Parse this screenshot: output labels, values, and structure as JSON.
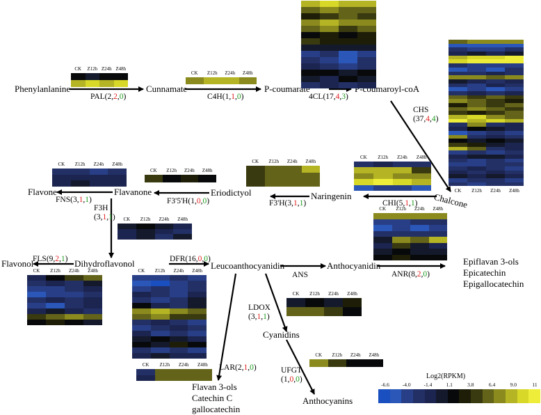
{
  "colors": {
    "scale": [
      "#1a4fc0",
      "#2a57b8",
      "#283f88",
      "#233066",
      "#1c2450",
      "#141a2c",
      "#08090b",
      "#1e1e08",
      "#3a3a10",
      "#63631a",
      "#8a8a1e",
      "#b4b424",
      "#d8d828",
      "#eeee3a"
    ]
  },
  "columns": [
    "CK",
    "Z12h",
    "Z24h",
    "Z48h"
  ],
  "compounds": {
    "phenylalanine": "Phenylanlanine",
    "cunnamate": "Cunnamate",
    "p_coumarate": "P-coumarate",
    "p_coumaroyl": "P-coumaroyl-coA",
    "chalcone": "Chalcone",
    "naringenin": "Naringenin",
    "eriodictyol": "Eriodictyol",
    "flavanone": "Flavanone",
    "flavone": "Flavone",
    "flavonol": "Flavonol",
    "dihydroflavonol": "Dihydroflavonol",
    "leucoanthocyanidin": "Leucoanthocyanidin",
    "anthocyanidin": "Anthocyanidin",
    "epiflavan": [
      "Epiflavan 3-ols",
      "Epicatechin",
      "Epigallocatechin"
    ],
    "cyanidins": "Cyanidins",
    "anthocyanins": "Anthocyanins",
    "flavan": [
      "Flavan 3-ols",
      "Catechin C",
      "gallocatechin"
    ]
  },
  "enzymes": {
    "pal": {
      "name": "PAL",
      "total": "2",
      "up": "2",
      "down": "0"
    },
    "c4h": {
      "name": "C4H",
      "total": "1",
      "up": "1",
      "down": "0"
    },
    "4cl": {
      "name": "4CL",
      "total": "17",
      "up": "4",
      "down": "3"
    },
    "chs": {
      "name": "CHS",
      "total": "37",
      "up": "4",
      "down": "4"
    },
    "chi": {
      "name": "CHI",
      "total": "5",
      "up": "1",
      "down": "1"
    },
    "f3h_b": {
      "name": "F3'H",
      "total": "3",
      "up": "1",
      "down": "1"
    },
    "f35h": {
      "name": "F3'5'H",
      "total": "1",
      "up": "0",
      "down": "0"
    },
    "fns": {
      "name": "FNS",
      "total": "3",
      "up": "1",
      "down": "1"
    },
    "f3h": {
      "name": "F3H",
      "total": "3",
      "up": "1",
      "down": "1"
    },
    "fls": {
      "name": "FLS",
      "total": "9",
      "up": "2",
      "down": "1"
    },
    "dfr": {
      "name": "DFR",
      "total": "16",
      "up": "0",
      "down": "0"
    },
    "anr": {
      "name": "ANR",
      "total": "8",
      "up": "2",
      "down": "0"
    },
    "ldox": {
      "name": "LDOX",
      "total": "3",
      "up": "1",
      "down": "1"
    },
    "ufgt": {
      "name": "UFGT",
      "total": "1",
      "up": "0",
      "down": "0"
    },
    "lar": {
      "name": "LAR",
      "total": "2",
      "up": "1",
      "down": "0"
    }
  },
  "ans_label": "ANS",
  "legend": {
    "title": "Log2(RPKM)",
    "ticks": [
      "-6.6",
      "-4.0",
      "-1.4",
      "1.1",
      "3.8",
      "6.4",
      "9.0",
      "11"
    ]
  },
  "heatmaps": {
    "pal": [
      [
        6,
        5,
        6,
        6
      ],
      [
        11,
        12,
        11,
        12
      ]
    ],
    "c4h": [
      [
        10,
        11,
        11,
        10
      ]
    ],
    "4cl": [
      [
        11,
        12,
        11,
        11
      ],
      [
        9,
        10,
        9,
        9
      ],
      [
        7,
        8,
        9,
        8
      ],
      [
        10,
        11,
        10,
        10
      ],
      [
        9,
        10,
        8,
        9
      ],
      [
        6,
        7,
        6,
        7
      ],
      [
        8,
        7,
        7,
        7
      ],
      [
        5,
        5,
        5,
        5
      ],
      [
        2,
        3,
        1,
        2
      ],
      [
        3,
        2,
        1,
        3
      ],
      [
        4,
        3,
        2,
        3
      ],
      [
        6,
        6,
        5,
        6
      ],
      [
        5,
        4,
        6,
        5
      ],
      [
        3,
        4,
        3,
        4
      ]
    ],
    "chs": [
      [
        9,
        10,
        10,
        10
      ],
      [
        1,
        1,
        1,
        1
      ],
      [
        3,
        2,
        2,
        3
      ],
      [
        4,
        5,
        4,
        5
      ],
      [
        11,
        12,
        12,
        13
      ],
      [
        12,
        13,
        13,
        13
      ],
      [
        3,
        2,
        2,
        2
      ],
      [
        1,
        2,
        1,
        3
      ],
      [
        3,
        3,
        4,
        3
      ],
      [
        10,
        10,
        9,
        10
      ],
      [
        5,
        4,
        3,
        4
      ],
      [
        3,
        2,
        4,
        3
      ],
      [
        1,
        2,
        1,
        2
      ],
      [
        3,
        4,
        3,
        4
      ],
      [
        9,
        8,
        9,
        8
      ],
      [
        10,
        9,
        8,
        7
      ],
      [
        7,
        9,
        8,
        9
      ],
      [
        9,
        10,
        9,
        8
      ],
      [
        8,
        7,
        8,
        9
      ],
      [
        11,
        12,
        10,
        9
      ],
      [
        13,
        11,
        12,
        11
      ],
      [
        3,
        10,
        3,
        4
      ],
      [
        4,
        6,
        5,
        4
      ],
      [
        1,
        2,
        3,
        2
      ],
      [
        10,
        3,
        4,
        3
      ],
      [
        6,
        5,
        6,
        5
      ],
      [
        8,
        7,
        5,
        4
      ],
      [
        11,
        9,
        3,
        4
      ],
      [
        2,
        3,
        2,
        3
      ],
      [
        4,
        5,
        5,
        4
      ],
      [
        3,
        2,
        3,
        2
      ],
      [
        2,
        2,
        3,
        3
      ],
      [
        3,
        4,
        3,
        2
      ],
      [
        4,
        3,
        4,
        3
      ],
      [
        5,
        4,
        5,
        4
      ],
      [
        2,
        3,
        3,
        2
      ],
      [
        3,
        2,
        3,
        3
      ]
    ],
    "chi": [
      [
        3,
        4,
        3,
        3
      ],
      [
        11,
        11,
        11,
        8
      ],
      [
        10,
        11,
        10,
        10
      ],
      [
        12,
        13,
        12,
        11
      ],
      [
        1,
        2,
        2,
        1
      ]
    ],
    "f3h_b": [
      [
        8,
        9,
        9,
        11
      ],
      [
        8,
        9,
        9,
        9
      ],
      [
        8,
        9,
        9,
        9
      ]
    ],
    "f35h": [
      [
        8,
        6,
        7,
        6
      ]
    ],
    "fns": [
      [
        3,
        3,
        2,
        3
      ],
      [
        4,
        4,
        4,
        4
      ],
      [
        4,
        5,
        4,
        4
      ]
    ],
    "f3h": [
      [
        5,
        6,
        5,
        4
      ],
      [
        4,
        5,
        4,
        3
      ],
      [
        4,
        5,
        3,
        5
      ]
    ],
    "fls": [
      [
        4,
        6,
        8,
        9
      ],
      [
        3,
        4,
        3,
        5
      ],
      [
        2,
        2,
        3,
        4
      ],
      [
        1,
        2,
        2,
        3
      ],
      [
        3,
        4,
        3,
        4
      ],
      [
        2,
        1,
        3,
        4
      ],
      [
        4,
        5,
        4,
        3
      ],
      [
        8,
        9,
        10,
        9
      ],
      [
        6,
        7,
        6,
        5
      ]
    ],
    "dfr": [
      [
        2,
        2,
        3,
        2
      ],
      [
        1,
        0,
        2,
        3
      ],
      [
        2,
        3,
        2,
        3
      ],
      [
        4,
        3,
        2,
        4
      ],
      [
        3,
        2,
        3,
        5
      ],
      [
        6,
        4,
        3,
        5
      ],
      [
        10,
        11,
        10,
        9
      ],
      [
        9,
        10,
        8,
        8
      ],
      [
        3,
        4,
        3,
        2
      ],
      [
        2,
        3,
        4,
        3
      ],
      [
        4,
        2,
        3,
        2
      ],
      [
        5,
        6,
        5,
        4
      ],
      [
        6,
        5,
        7,
        6
      ],
      [
        3,
        2,
        3,
        2
      ],
      [
        4,
        5,
        4,
        4
      ]
    ],
    "anr": [
      [
        10,
        10,
        10,
        10
      ],
      [
        2,
        2,
        3,
        3
      ],
      [
        1,
        2,
        1,
        2
      ],
      [
        3,
        3,
        3,
        3
      ],
      [
        5,
        10,
        9,
        11
      ],
      [
        4,
        8,
        5,
        4
      ],
      [
        5,
        6,
        5,
        5
      ],
      [
        6,
        7,
        6,
        6
      ]
    ],
    "ldox": [
      [
        5,
        6,
        5,
        7
      ],
      [
        9,
        9,
        8,
        6
      ]
    ],
    "ufgt": [
      [
        10,
        8,
        6,
        6
      ]
    ],
    "lar": [
      [
        3,
        9,
        9,
        9
      ],
      [
        4,
        9,
        9,
        9
      ]
    ]
  }
}
